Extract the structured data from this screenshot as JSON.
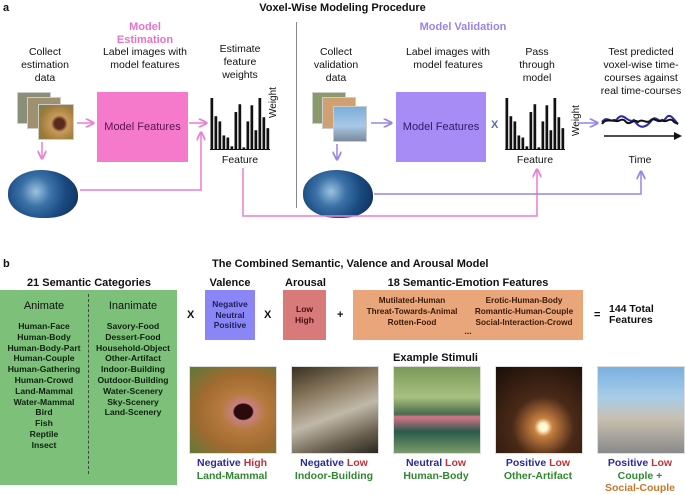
{
  "panel_a": {
    "label": "a",
    "title": "Voxel-Wise Modeling Procedure",
    "estimation": {
      "stage": "Model Estimation",
      "steps": [
        "Collect estimation data",
        "Label images with model features",
        "Estimate feature weights"
      ],
      "box_label": "Model Features",
      "feature_axis": "Feature",
      "weight_axis": "Weight"
    },
    "validation": {
      "stage": "Model Validation",
      "steps": [
        "Collect validation data",
        "Label images with model features",
        "Pass through model",
        "Test predicted voxel-wise time-courses against real time-courses"
      ],
      "box_label": "Model Features",
      "multiply": "X",
      "feature_axis": "Feature",
      "weight_axis": "Weight",
      "time_axis": "Time"
    },
    "bar_weights": [
      1.0,
      0.65,
      0.55,
      0.28,
      0.24,
      0.07,
      0.73,
      0.88,
      0.05,
      0.55,
      0.86,
      0.38,
      1.0,
      0.63,
      0.42
    ],
    "colors": {
      "estimation": "#f57acc",
      "validation": "#a88cf6",
      "arrow_pink": "#ec7fcf",
      "arrow_purple": "#9a84e6"
    }
  },
  "panel_b": {
    "label": "b",
    "title": "The Combined Semantic, Valence and Arousal Model",
    "categories": {
      "title": "21 Semantic Categories",
      "animate_label": "Animate",
      "inanimate_label": "Inanimate",
      "animate": [
        "Human-Face",
        "Human-Body",
        "Human-Body-Part",
        "Human-Couple",
        "Human-Gathering",
        "Human-Crowd",
        "Land-Mammal",
        "Water-Mammal",
        "Bird",
        "Fish",
        "Reptile",
        "Insect"
      ],
      "inanimate": [
        "Savory-Food",
        "Dessert-Food",
        "Household-Object",
        "Other-Artifact",
        "Indoor-Building",
        "Outdoor-Building",
        "Water-Scenery",
        "Sky-Scenery",
        "Land-Scenery"
      ]
    },
    "valence": {
      "title": "Valence",
      "items": [
        "Negative",
        "Neutral",
        "Positive"
      ]
    },
    "arousal": {
      "title": "Arousal",
      "items": [
        "Low",
        "High"
      ]
    },
    "emotion_features": {
      "title": "18 Semantic-Emotion Features",
      "left": [
        "Mutilated-Human",
        "Threat-Towards-Animal",
        "Rotten-Food"
      ],
      "right": [
        "Erotic-Human-Body",
        "Romantic-Human-Couple",
        "Social-Interaction-Crowd"
      ],
      "ellipsis": "..."
    },
    "operators": {
      "times1": "X",
      "times2": "X",
      "plus": "+",
      "equals": "="
    },
    "total": "144 Total Features",
    "stimuli_title": "Example Stimuli",
    "stimuli": [
      {
        "valence": "Negative",
        "arousal": "High",
        "category": "Land-Mammal",
        "extra": ""
      },
      {
        "valence": "Negative",
        "arousal": "Low",
        "category": "Indoor-Building",
        "extra": ""
      },
      {
        "valence": "Neutral",
        "arousal": "Low",
        "category": "Human-Body",
        "extra": ""
      },
      {
        "valence": "Positive",
        "arousal": "Low",
        "category": "Other-Artifact",
        "extra": ""
      },
      {
        "valence": "Positive",
        "arousal": "Low",
        "category": "Couple +",
        "extra": "Social-Couple"
      }
    ],
    "colors": {
      "categories_bg": "#7cc07a",
      "valence_bg": "#8a86f5",
      "arousal_bg": "#d8797a",
      "emotion_bg": "#e8a67a"
    }
  }
}
